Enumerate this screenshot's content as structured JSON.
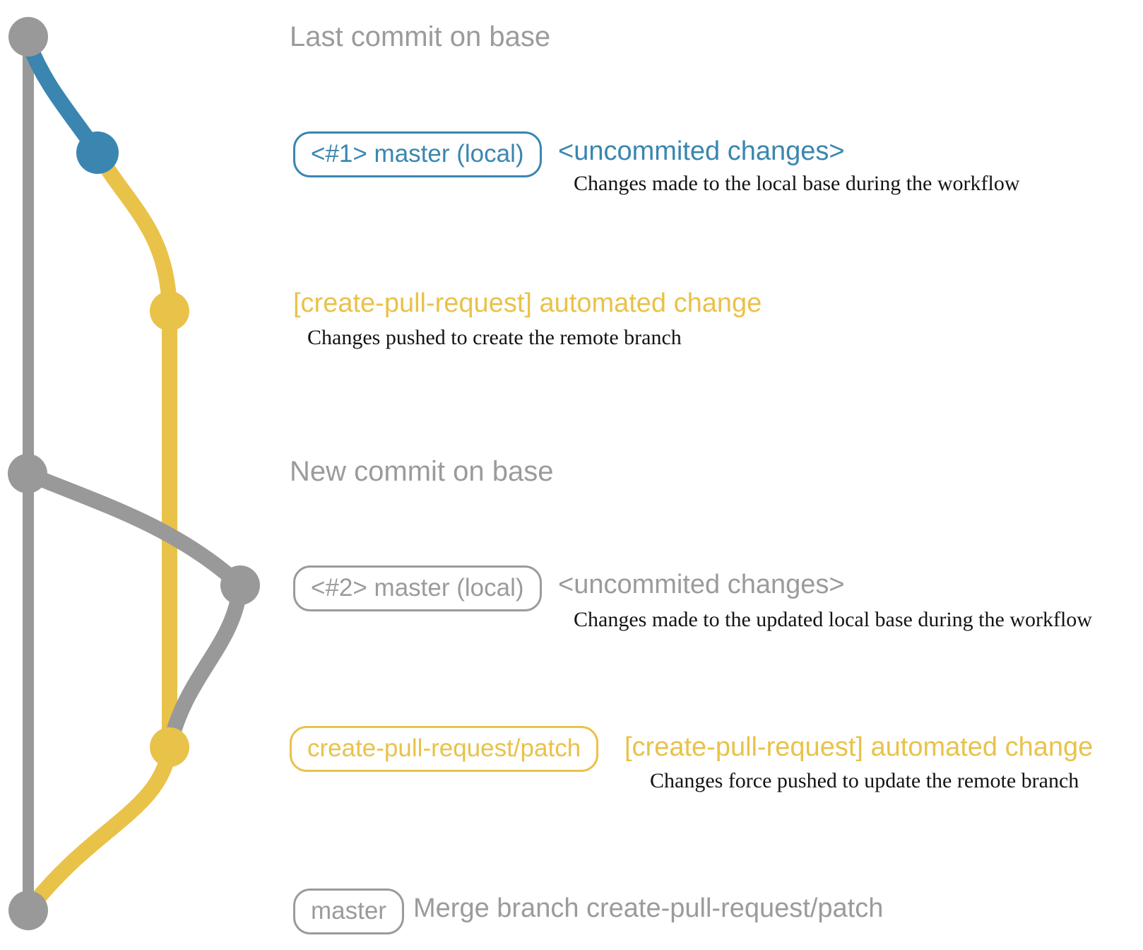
{
  "colors": {
    "base_gray": "#999999",
    "local_blue": "#3a86b0",
    "patch_yellow": "#e9c249",
    "heading_gray": "#9b9b9b",
    "desc_black": "#141414",
    "background": "#ffffff"
  },
  "headings": {
    "last_commit": "Last commit on base",
    "new_commit": "New commit on base"
  },
  "rows": {
    "r1": {
      "badge": "<#1> master (local)",
      "label": "<uncommited changes>",
      "desc": "Changes made to the local base during the workflow"
    },
    "r2": {
      "label": "[create-pull-request] automated change",
      "desc": "Changes pushed to create the remote branch"
    },
    "r3": {
      "badge": "<#2> master (local)",
      "label": "<uncommited changes>",
      "desc": "Changes made to the updated local base during the workflow"
    },
    "r4": {
      "badge": "create-pull-request/patch",
      "label": "[create-pull-request] automated change",
      "desc": "Changes force pushed to update the remote branch"
    },
    "r5": {
      "badge": "master",
      "label": "Merge branch create-pull-request/patch"
    }
  },
  "graph": {
    "nodes": [
      {
        "id": "base-tip",
        "color": "gray"
      },
      {
        "id": "local-1",
        "color": "blue"
      },
      {
        "id": "remote-patch-1",
        "color": "yellow"
      },
      {
        "id": "base-new",
        "color": "gray"
      },
      {
        "id": "local-2",
        "color": "gray"
      },
      {
        "id": "remote-patch-2",
        "color": "yellow"
      },
      {
        "id": "merge",
        "color": "gray"
      }
    ]
  }
}
